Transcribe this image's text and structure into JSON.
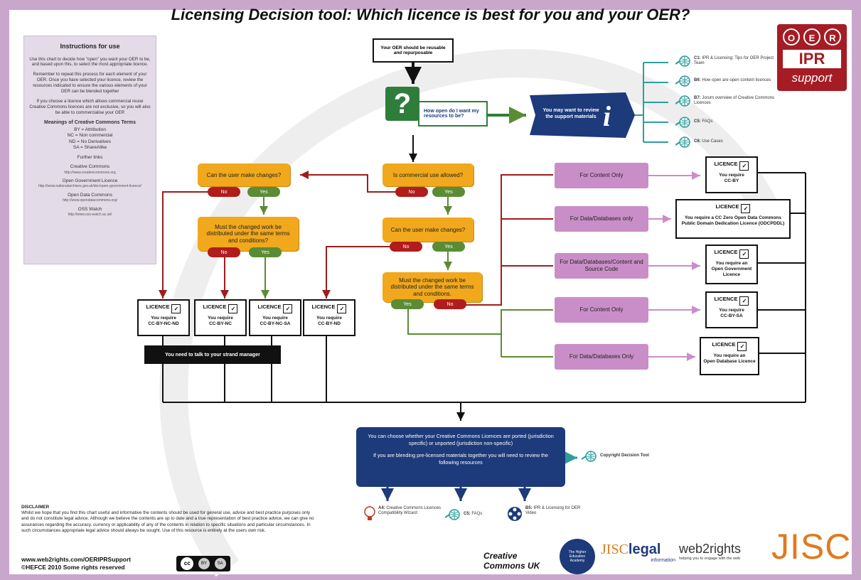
{
  "title": "Licensing Decision tool: Which licence is best for you and your OER?",
  "instructions": {
    "heading": "Instructions for use",
    "p1": "Use this chart to decide how \"open\" you want your OER to be, and based upon this, to select the most appropriate licence.",
    "p2": "Remember to repeat this process for each element of your OER. Once you have selected your licence, review the resources indicated to ensure the various elements of your OER can be blended together",
    "p3": "If you choose a licence which allows commercial reuse Creative Commons licences are not exclusive, so you will also be able to commercialise your OER",
    "meanings_heading": "Meanings of Creative Commons Terms",
    "terms": [
      "BY = Attribution",
      "NC = Non commercial",
      "ND = No Derivatives",
      "SA = ShareAlike"
    ],
    "further_links": "Further links",
    "links": [
      {
        "name": "Creative Commons",
        "url": "http://www.creativecommons.org"
      },
      {
        "name": "Open Government Licence",
        "url": "http://www.nationalarchives.gov.uk/doc/open-government-licence/"
      },
      {
        "name": "Open Data Commons",
        "url": "http://www.opendatacommons.org/"
      },
      {
        "name": "OSS Watch",
        "url": "http://www.oss-watch.ac.uk/"
      }
    ]
  },
  "start_box": "Your OER should be reusable and repurposable",
  "question_mark": "?",
  "q_open": "How open do I want my resources to be?",
  "support_box": "You may want to review the support materials",
  "info_glyph": "i",
  "support_resources": [
    {
      "code": "C1:",
      "text": "IPR & Licensing: Tips for OER Project Team"
    },
    {
      "code": "B6:",
      "text": "How open are open content licences"
    },
    {
      "code": "B7:",
      "text": "Jorum overview of Creative Commons Licences"
    },
    {
      "code": "C5:",
      "text": "FAQs"
    },
    {
      "code": "C6:",
      "text": "Use Cases"
    }
  ],
  "logo": {
    "letters": [
      "O",
      "E",
      "R"
    ],
    "ipr": "IPR",
    "support": "support"
  },
  "q_commercial": "Is commercial use allowed?",
  "q_changes_left": "Can the user make changes?",
  "q_same_terms_left": "Must the changed work be distributed under the same terms and conditions?",
  "q_changes_mid": "Can the user make changes?",
  "q_same_terms_mid": "Must the changed work be distributed under the same terms and conditions.",
  "labels": {
    "no": "No",
    "yes": "Yes"
  },
  "licence_word": "LICENCE",
  "check": "✓",
  "licences_left": [
    {
      "req": "You require",
      "name": "CC-BY-NC-ND"
    },
    {
      "req": "You require",
      "name": "CC-BY-NC"
    },
    {
      "req": "You require",
      "name": "CC-BY-NC-SA"
    },
    {
      "req": "You require",
      "name": "CC-BY-ND"
    }
  ],
  "strand_box": "You need to talk to your strand manager",
  "options": [
    "For Content Only",
    "For Data/Databases only",
    "For Data/Databases/Content and Source Code",
    "For Content Only",
    "For Data/Databases Only"
  ],
  "licences_right": [
    {
      "req": "You require",
      "name": "CC-BY"
    },
    {
      "req": "You require a CC Zero Open Data Commons Public Domain Dedication Licence (ODCPDDL)",
      "name": ""
    },
    {
      "req": "You require an",
      "name": "Open Government Licence"
    },
    {
      "req": "You require",
      "name": "CC-BY-SA"
    },
    {
      "req": "You require an",
      "name": "Open Database Licence"
    }
  ],
  "bottom_box": {
    "line1": "You can choose whether your Creative Commons Licences are ported (jurisdiction specific) or unported (jurisdiction non-specific)",
    "line2": "If you are blending pre-licensed materials together you will need to review the following resources"
  },
  "copyright_tool": "Copyright Decision Tool",
  "bottom_resources": [
    {
      "code": "A4:",
      "text": "Creative Commons Licences Compatibility Wizard"
    },
    {
      "code": "C5:",
      "text": "FAQs"
    },
    {
      "code": "B5:",
      "text": "IPR & Licensing for OER Video"
    }
  ],
  "disclaimer": {
    "heading": "DISCLAIMER",
    "text": "Whilst we hope that you find this chart useful and informative the contents should be used for general use, advice and best practice purposes only and do not constitute legal advice. Although we believe the contents are up to date and a true representation of best practice advice, we can give no assurances regarding the accuracy, currency or applicability of any of the contents in relation to specific situations and particular circumstances. In such circumstances appropriate legal advice should always be sought. Use of this resource is entirely at the users own risk."
  },
  "footer": {
    "url": "www.web2rights.com/OERIPRSupport",
    "copyright": "©HEFCE 2010 Some rights reserved",
    "cc_badge": [
      "cc",
      "BY",
      "SA"
    ]
  },
  "logos": {
    "cc_uk": [
      "Creative",
      "Commons UK"
    ],
    "hea": "The Higher Education Academy",
    "jisc_legal": [
      "JISC",
      "legal",
      "information"
    ],
    "web2rights": "web2rights",
    "web2rights_tag": "helping you to engage with the web",
    "jisc": "JISC"
  },
  "colors": {
    "frame": "#c9a6cc",
    "green": "#2f7d3b",
    "teal": "#2e9e9a",
    "navy": "#1d3a7a",
    "orange": "#f1a81c",
    "red_arrow": "#9e1d1d",
    "green_arrow": "#5a8c35",
    "purple": "#c98ec8"
  }
}
